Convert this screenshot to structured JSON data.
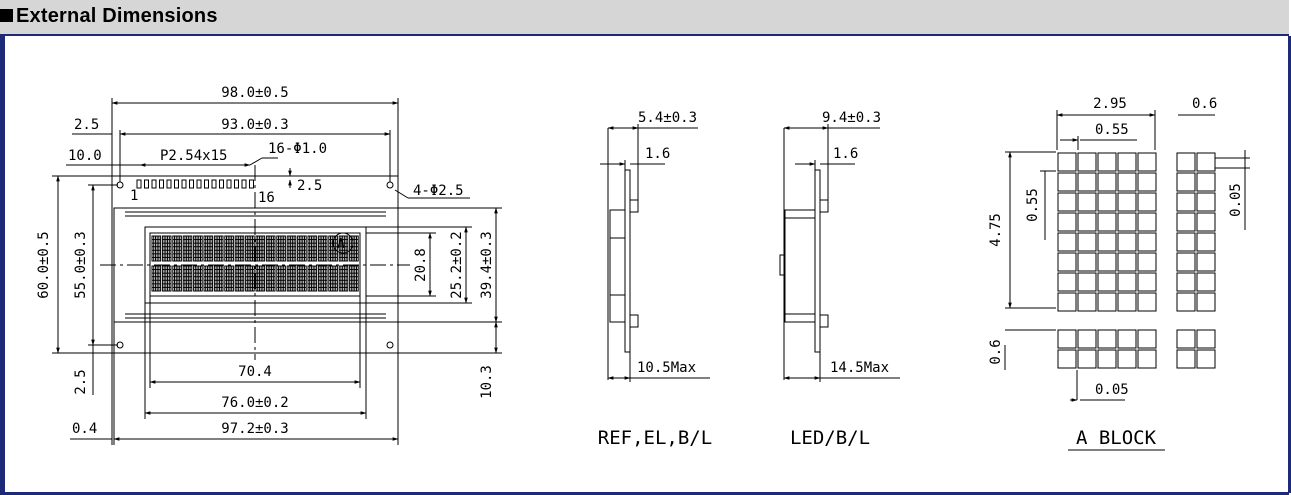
{
  "header": {
    "title": "External Dimensions"
  },
  "front": {
    "overall_width": "98.0±0.5",
    "hole_pitch_width": "93.0±0.3",
    "dim_2_5_top": "2.5",
    "dim_10_0": "10.0",
    "pin_pitch": "P2.54x15",
    "pin_holes": "16-Φ1.0",
    "pin_1": "1",
    "pin_16": "16",
    "pin_row_offset": "2.5",
    "mount_holes": "4-Φ2.5",
    "overall_height": "60.0±0.5",
    "hole_pitch_height": "55.0±0.3",
    "marker_A": "A",
    "char_height": "20.8",
    "viewing_height": "25.2±0.2",
    "bezel_height": "39.4±0.3",
    "dim_2_5_bottom": "2.5",
    "dim_10_3": "10.3",
    "active_width": "70.4",
    "viewing_width": "76.0±0.2",
    "bezel_width": "97.2±0.3",
    "dim_0_4": "0.4"
  },
  "side_ref": {
    "thickness_top": "5.4±0.3",
    "pcb": "1.6",
    "max": "10.5Max",
    "caption": "REF,EL,B/L"
  },
  "side_led": {
    "thickness_top": "9.4±0.3",
    "pcb": "1.6",
    "max": "14.5Max",
    "caption": "LED/B/L"
  },
  "block": {
    "char_width": "2.95",
    "gap_right": "0.6",
    "dot_width": "0.55",
    "char_height": "4.75",
    "dot_height": "0.55",
    "dot_gap": "0.05",
    "cursor_gap": "0.6",
    "dot_gap_bottom": "0.05",
    "caption": "A BLOCK"
  }
}
